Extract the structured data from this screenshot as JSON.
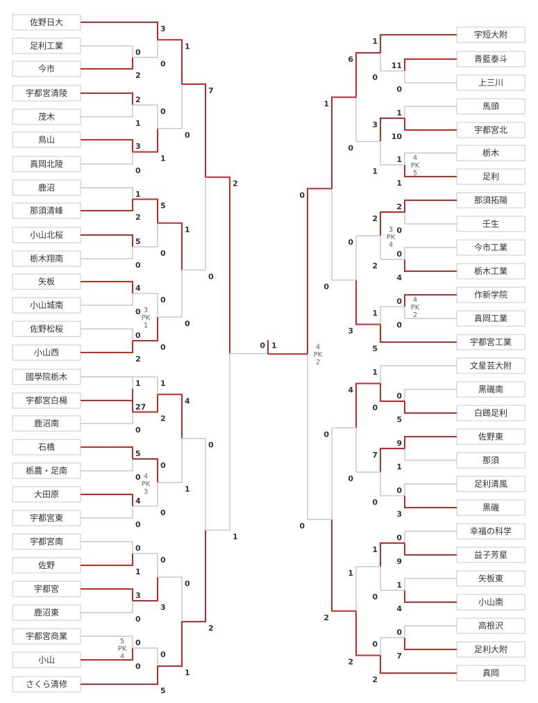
{
  "bracket": {
    "left_teams": [
      "佐野日大",
      "足利工業",
      "今市",
      "宇都宮清陵",
      "茂木",
      "鳥山",
      "真岡北陵",
      "鹿沼",
      "那須清峰",
      "小山北桜",
      "栃木翔南",
      "矢板",
      "小山城南",
      "佐野松桜",
      "小山西",
      "國學院栃木",
      "宇都宮白楊",
      "鹿沼南",
      "石橋",
      "栃農・足南",
      "大田原",
      "宇都宮東",
      "宇都宮南",
      "佐野",
      "宇都宮",
      "鹿沼東",
      "宇都宮商業",
      "小山",
      "さくら清修"
    ],
    "right_teams": [
      "宇短大附",
      "青藍泰斗",
      "上三川",
      "馬頭",
      "宇都宮北",
      "栃木",
      "足利",
      "那須拓陽",
      "壬生",
      "今市工業",
      "栃木工業",
      "作新学院",
      "真岡工業",
      "宇都宮工業",
      "文星芸大附",
      "黒磯南",
      "白鴎足利",
      "佐野東",
      "那須",
      "足利清風",
      "黒磯",
      "幸福の科学",
      "益子芳星",
      "矢板東",
      "小山南",
      "高根沢",
      "足利大附",
      "真岡"
    ],
    "left_r1": [
      [
        "0",
        "2"
      ],
      [
        "2",
        "1"
      ],
      [
        "3",
        "0"
      ],
      [
        "1",
        "2"
      ],
      [
        "5",
        "0"
      ],
      [
        "4",
        "0"
      ],
      [
        "0",
        "2"
      ],
      [
        "1",
        "2"
      ],
      [
        "27",
        "0"
      ],
      [
        "5",
        "0"
      ],
      [
        "4",
        "0"
      ],
      [
        "0",
        "1"
      ],
      [
        "3",
        "0"
      ],
      [
        "0",
        "0"
      ]
    ],
    "left_r2": [
      [
        "3",
        "0"
      ],
      [
        "0",
        "1"
      ],
      [
        "5",
        "0"
      ],
      [
        "0",
        "0"
      ],
      [
        "1",
        "2"
      ],
      [
        "0",
        "0"
      ],
      [
        "0",
        "3"
      ],
      [
        "0",
        "5"
      ]
    ],
    "left_r3": [
      [
        "1",
        "0"
      ],
      [
        "1",
        "0"
      ],
      [
        "4",
        "1"
      ],
      [
        "0",
        "1"
      ]
    ],
    "left_r4": [
      [
        "7",
        "0"
      ],
      [
        "0",
        "2"
      ]
    ],
    "left_semi": [
      "2",
      "1"
    ],
    "right_r1": [
      [
        "1",
        "0"
      ],
      [
        "11",
        "0"
      ],
      [
        "1",
        "10"
      ],
      [
        "1",
        "1"
      ],
      [
        "2",
        "0"
      ],
      [
        "0",
        "4"
      ],
      [
        "0",
        "0"
      ],
      [
        "0",
        "1"
      ],
      [
        "0",
        "5"
      ],
      [
        "9",
        "1"
      ],
      [
        "0",
        "3"
      ],
      [
        "0",
        "9"
      ],
      [
        "1",
        "4"
      ],
      [
        "0",
        "7"
      ]
    ],
    "right_r2": [
      [
        "1",
        "0"
      ],
      [
        "3",
        "1"
      ],
      [
        "2",
        "2"
      ],
      [
        "1",
        "5"
      ],
      [
        "1",
        "0"
      ],
      [
        "7",
        "0"
      ],
      [
        "1",
        "0"
      ],
      [
        "0",
        "2"
      ]
    ],
    "right_r3": [
      [
        "6",
        "0"
      ],
      [
        "0",
        "3"
      ],
      [
        "4",
        "0"
      ],
      [
        "1",
        "2"
      ]
    ],
    "right_r4": [
      [
        "1",
        "0"
      ],
      [
        "0",
        "2"
      ]
    ],
    "right_semi": [
      "0",
      "0"
    ],
    "final_scores": [
      "0",
      "1"
    ],
    "pk_left": [
      {
        "top": "3",
        "label": "PK",
        "bottom": "1"
      },
      {
        "top": "4",
        "label": "PK",
        "bottom": "3"
      },
      {
        "top": "5",
        "label": "PK",
        "bottom": "4"
      }
    ],
    "pk_right": [
      {
        "top": "4",
        "label": "PK",
        "bottom": "5"
      },
      {
        "top": "3",
        "label": "PK",
        "bottom": "4"
      },
      {
        "top": "4",
        "label": "PK",
        "bottom": "2"
      },
      {
        "top": "4",
        "label": "PK",
        "bottom": "2"
      }
    ]
  },
  "colors": {
    "winner_line": "#c62828",
    "loser_line": "#c8c8c8",
    "box_border": "#c8c8c8",
    "text": "#333333"
  }
}
